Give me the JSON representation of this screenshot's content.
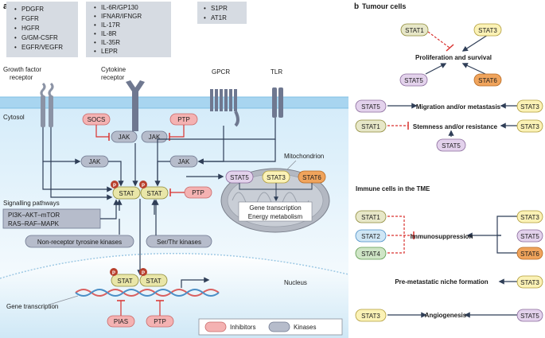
{
  "panel_a": {
    "label": "a",
    "receptor_boxes": {
      "growth": [
        "PDGFR",
        "FGFR",
        "HGFR",
        "G/GM-CSFR",
        "EGFR/VEGFR"
      ],
      "cytokine": [
        "IL-6R/GP130",
        "IFNAR/IFNGR",
        "IL-17R",
        "IL-8R",
        "IL-35R",
        "LEPR"
      ],
      "gpcr": [
        "S1PR",
        "AT1R"
      ]
    },
    "receptor_labels": {
      "growth_line1": "Growth factor",
      "growth_line2": "receptor",
      "cytokine_line1": "Cytokine",
      "cytokine_line2": "receptor",
      "gpcr": "GPCR",
      "tlr": "TLR"
    },
    "cytosol": "Cytosol",
    "nucleus": "Nucleus",
    "mitochondrion": "Mitochondrion",
    "socs": "SOCS",
    "ptp": "PTP",
    "jak": "JAK",
    "stat": "STAT",
    "p": "P",
    "pathways_title": "Signalling pathways",
    "pathways_line1": "PI3K–AKT–mTOR",
    "pathways_line2": "RAS–RAF–MAPK",
    "non_receptor_kinases": "Non-receptor tyrosine kinases",
    "ser_thr_kinases": "Ser/Thr kinases",
    "mito_stats": [
      "STAT5",
      "STAT3",
      "STAT6"
    ],
    "mito_line1": "Gene transcription",
    "mito_line2": "Energy metabolism",
    "gene_transcription": "Gene transcription",
    "pias": "PIAS",
    "legend_inhibitors": "Inhibitors",
    "legend_kinases": "Kinases"
  },
  "panel_b": {
    "label": "b",
    "title": "Tumour cells",
    "prolif": {
      "text": "Proliferation and survival",
      "stat1": "STAT1",
      "stat3": "STAT3",
      "stat5": "STAT5",
      "stat6": "STAT6"
    },
    "migration": {
      "text": "Migration and/or metastasis",
      "left": "STAT5",
      "right": "STAT3"
    },
    "stemness": {
      "text": "Stemness and/or resistance",
      "left": "STAT1",
      "right": "STAT3",
      "bottom": "STAT5"
    },
    "immune_title": "Immune cells in the TME",
    "immuno": {
      "text": "Immunosuppression",
      "left": [
        "STAT1",
        "STAT2",
        "STAT4"
      ],
      "right": [
        "STAT3",
        "STAT5",
        "STAT6"
      ]
    },
    "premetastatic": {
      "text": "Pre-metastatic niche formation",
      "right": "STAT3"
    },
    "angiogenesis": {
      "text": "Angiogenesis",
      "left": "STAT3",
      "right": "STAT5"
    }
  },
  "colors": {
    "stat1": "#e7e7c8",
    "stat2": "#cfe6f5",
    "stat3": "#fbf2b6",
    "stat4": "#cfe5c6",
    "stat5": "#e3d2ec",
    "stat6": "#f0a45c",
    "inhibitor": "#f4b2b2",
    "kinase": "#b6bccb",
    "membrane": "#c8e6f7",
    "inhibit_line": "#d9322f"
  }
}
